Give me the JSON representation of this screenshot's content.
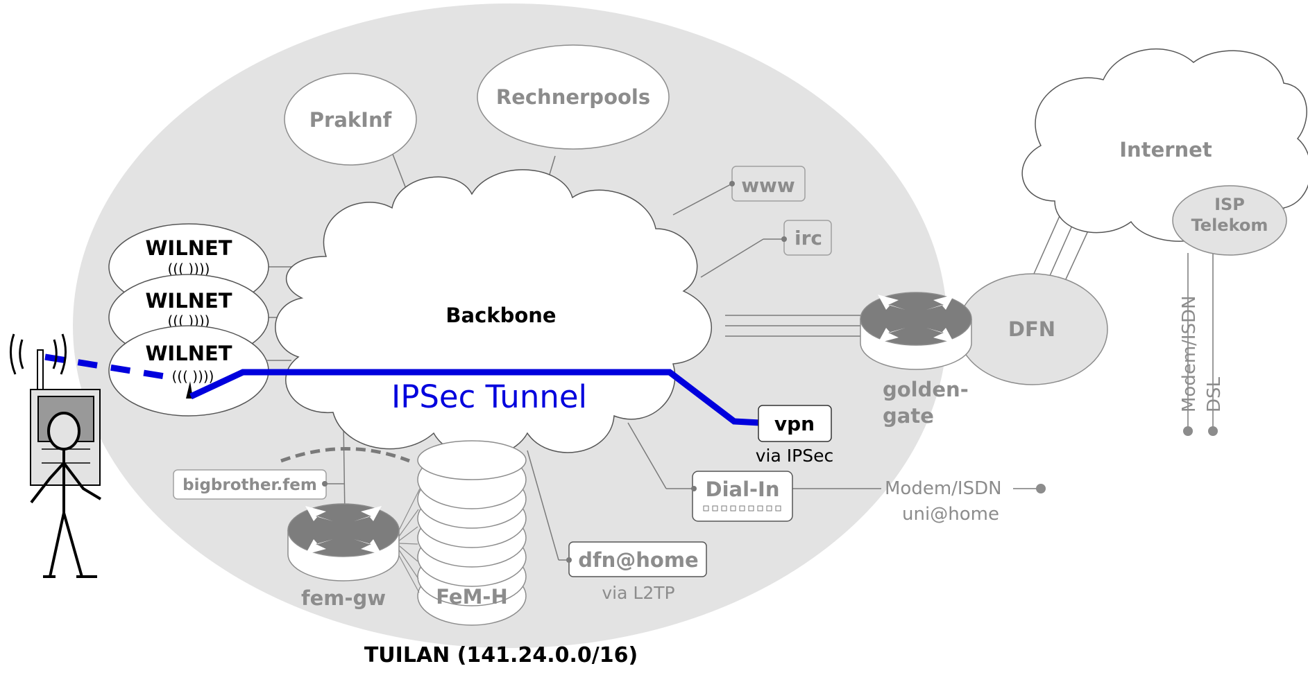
{
  "title": "TUILAN (141.24.0.0/16)",
  "nodes": {
    "prakinf": "PrakInf",
    "rechnerpools": "Rechnerpools",
    "backbone": "Backbone",
    "www": "www",
    "irc": "irc",
    "wilnet_1": "WILNET",
    "wilnet_2": "WILNET",
    "wilnet_3": "WILNET",
    "ipsec_tunnel": "IPSec Tunnel",
    "vpn": "vpn",
    "vpn_sub": "via IPSec",
    "bigbrother": "bigbrother.fem",
    "fem_gw": "fem-gw",
    "fem_h": "FeM-H",
    "dfn_home": "dfn@home",
    "dfn_home_sub": "via L2TP",
    "dial_in": "Dial-In",
    "modem_isdn_uni": "Modem/ISDN",
    "uni_home": "uni@home",
    "golden_gate_1": "golden-",
    "golden_gate_2": "gate",
    "dfn": "DFN",
    "internet": "Internet",
    "isp_1": "ISP",
    "isp_2": "Telekom",
    "modem_isdn": "Modem/ISDN",
    "dsl": "DSL"
  },
  "colors": {
    "campus_fill": "#e3e3e3",
    "gray_text": "#8c8c8c",
    "tunnel_blue": "#0000dd",
    "outline": "#7a7a7a"
  },
  "icons": [
    "router-icon",
    "antenna-icon",
    "user-figure-icon",
    "modem-icon",
    "server-stack-icon"
  ]
}
